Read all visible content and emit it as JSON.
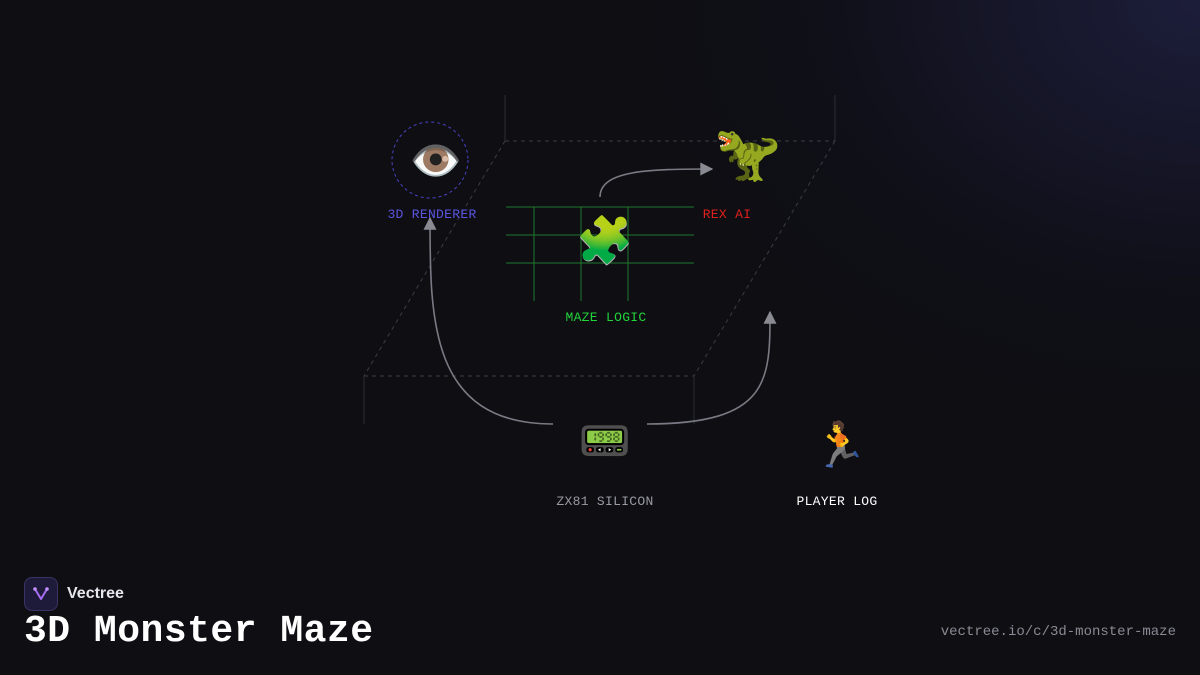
{
  "brand": {
    "name": "Vectree"
  },
  "title": "3D Monster Maze",
  "url": "vectree.io/c/3d-monster-maze",
  "colors": {
    "renderer": "#5b55e0",
    "rex": "#e0201c",
    "maze": "#22d43a",
    "neutral": "#9a9aa4",
    "player": "#ffffff"
  },
  "nodes": [
    {
      "id": "renderer",
      "label": "3D RENDERER",
      "icon": "eye-icon",
      "glyph": "👁️"
    },
    {
      "id": "rex",
      "label": "REX AI",
      "icon": "t-rex-icon",
      "glyph": "🦖"
    },
    {
      "id": "maze",
      "label": "MAZE LOGIC",
      "icon": "puzzle-piece-icon",
      "glyph": "🧩"
    },
    {
      "id": "zx81",
      "label": "ZX81 SILICON",
      "icon": "pager-icon",
      "glyph": "📟"
    },
    {
      "id": "player",
      "label": "PLAYER LOG",
      "icon": "running-person-icon",
      "glyph": "🏃"
    }
  ]
}
